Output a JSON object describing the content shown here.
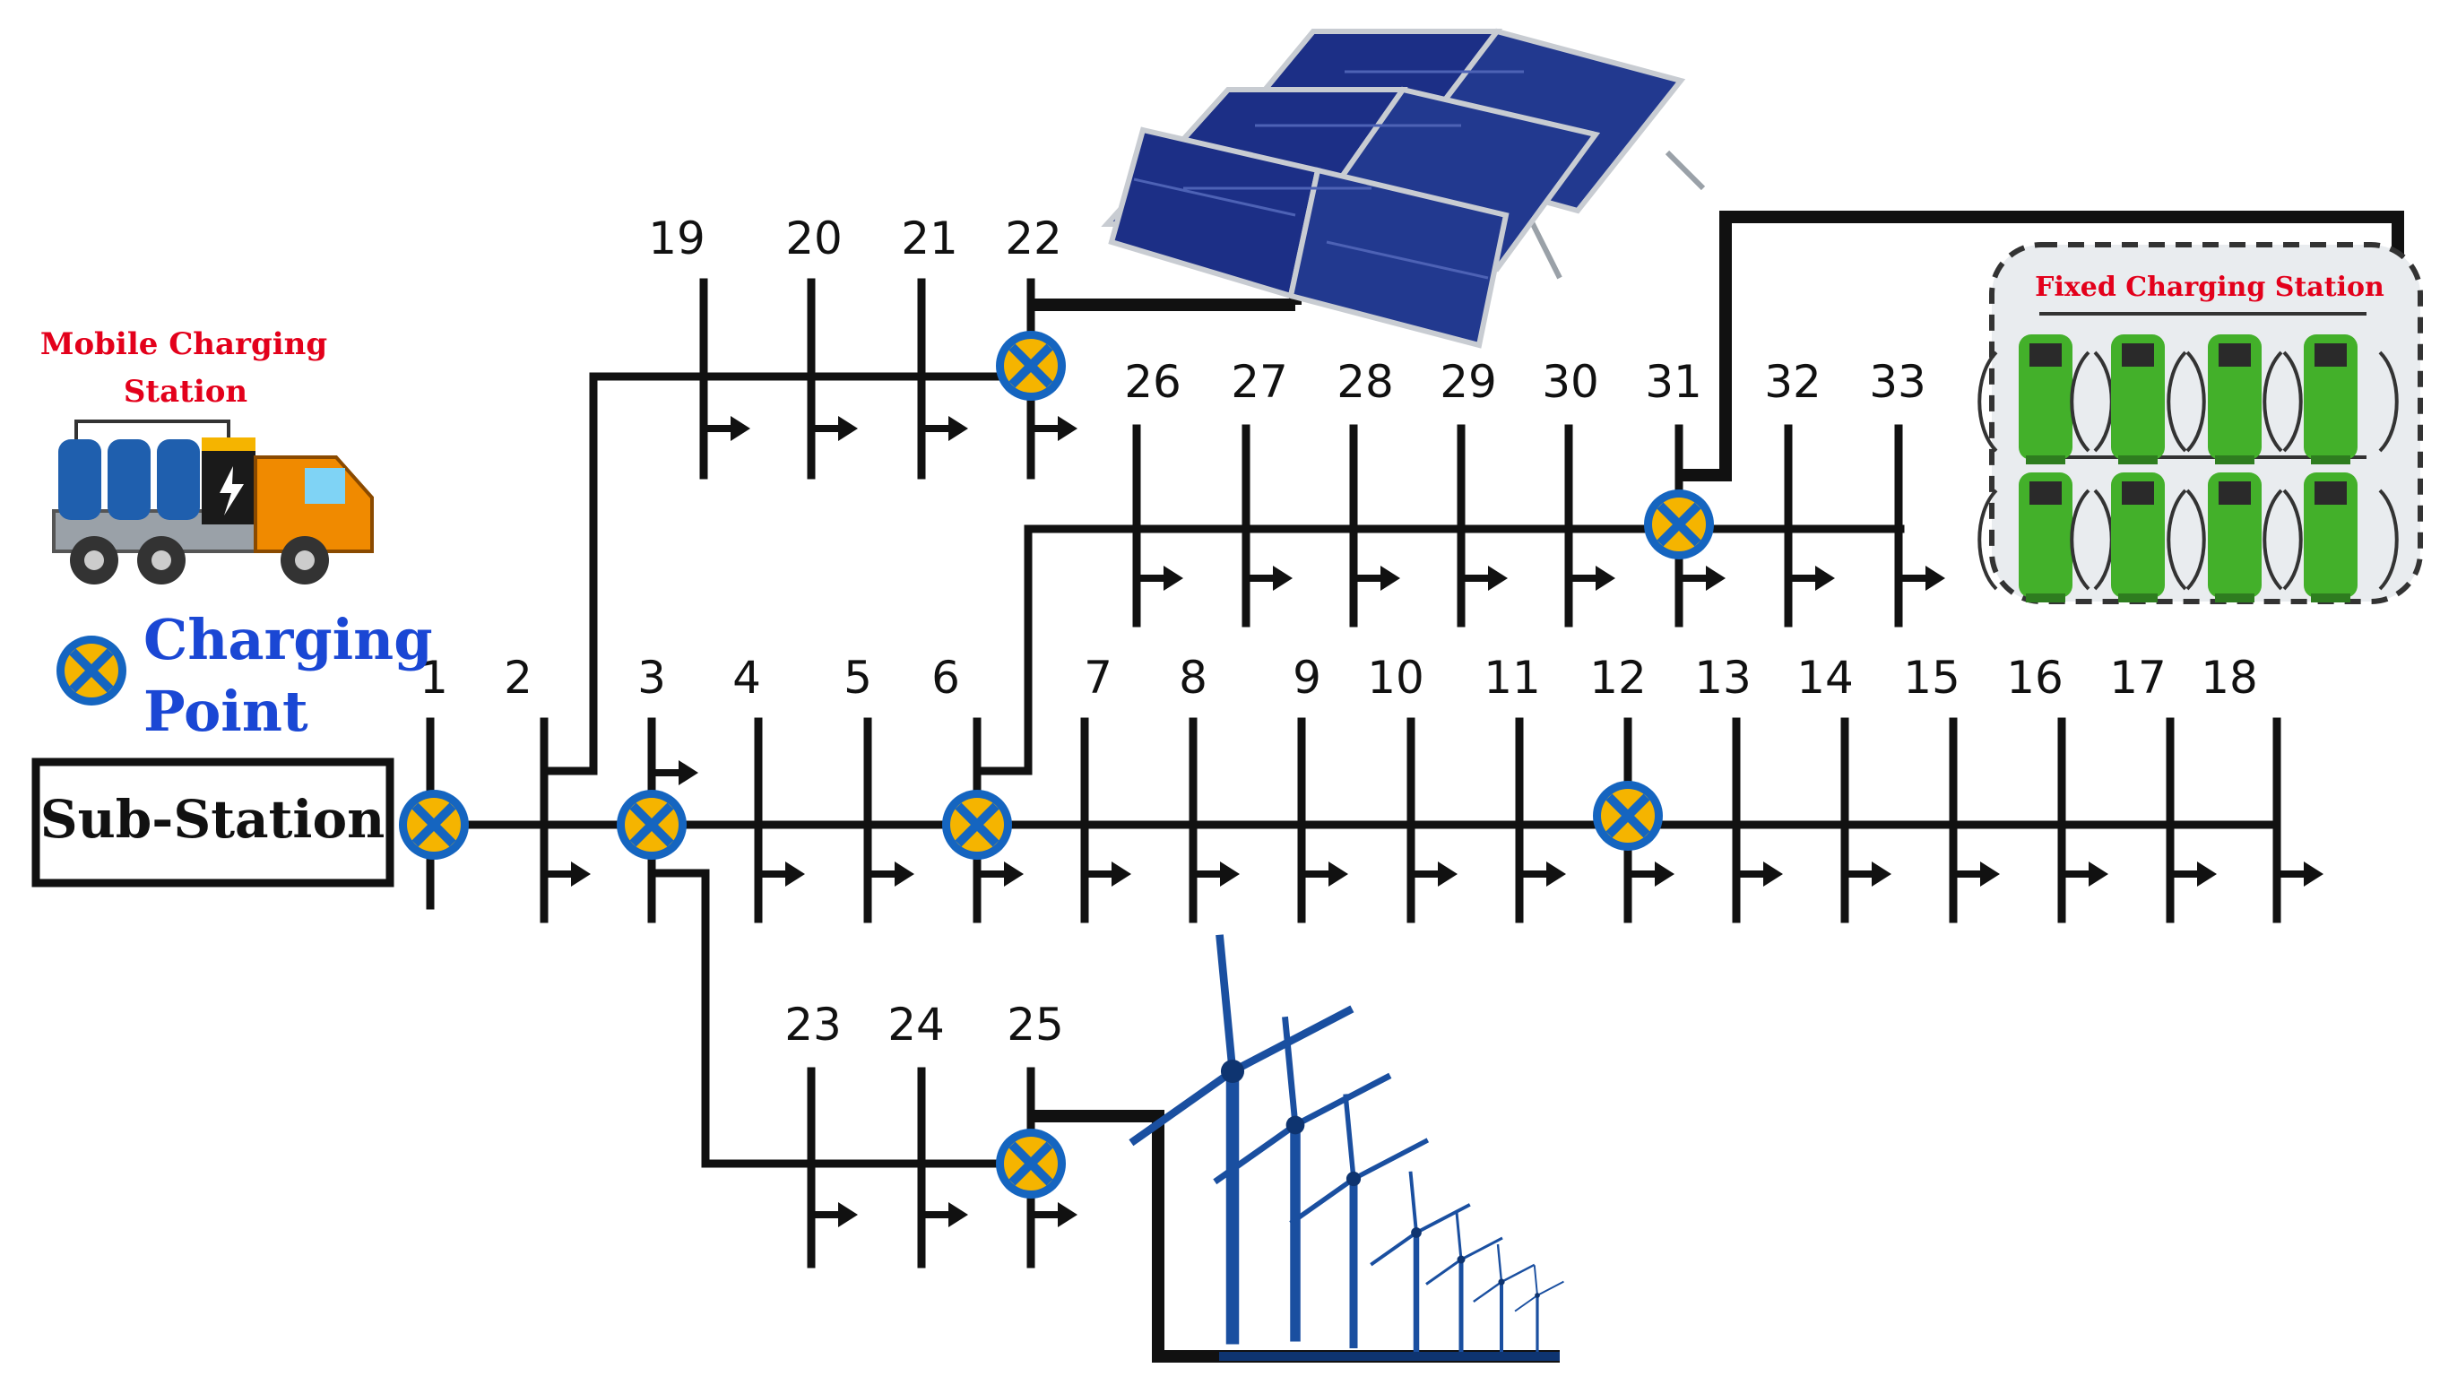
{
  "substation": {
    "label": "Sub-Station"
  },
  "mobile_station": {
    "label_line1": "Mobile Charging",
    "label_line2": "Station"
  },
  "legend": {
    "charging_point_line1": "Charging",
    "charging_point_line2": "Point"
  },
  "fixed_station": {
    "label": "Fixed Charging Station"
  },
  "buses": {
    "main": [
      "1",
      "2",
      "3",
      "4",
      "5",
      "6",
      "7",
      "8",
      "9",
      "10",
      "11",
      "12",
      "13",
      "14",
      "15",
      "16",
      "17",
      "18"
    ],
    "upper_branch": [
      "19",
      "20",
      "21",
      "22"
    ],
    "middle_branch": [
      "26",
      "27",
      "28",
      "29",
      "30",
      "31",
      "32",
      "33"
    ],
    "lower_branch": [
      "23",
      "24",
      "25"
    ]
  },
  "colors": {
    "charging_point_fill": "#1565c0",
    "charging_point_mark": "#f5b400",
    "label_red": "#e3001b",
    "label_blue": "#1a47d4",
    "charger_green": "#43b02a",
    "solar_panel": "#1c2f86",
    "turbine": "#1a4fa0",
    "truck_body": "#f08a00"
  }
}
